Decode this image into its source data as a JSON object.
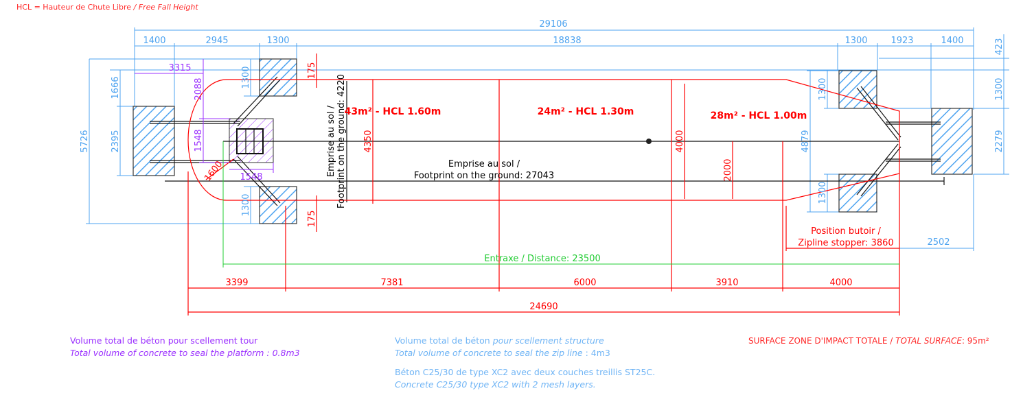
{
  "legend": {
    "hcl_fr": "HCL = Hauteur de Chute Libre",
    "hcl_en": "/ Free Fall Height"
  },
  "colors": {
    "blue": "#4da3f0",
    "red": "#ff0000",
    "purple": "#9b30ff",
    "green": "#22cc33"
  },
  "dims": {
    "total_width": "29106",
    "top_row": [
      "1400",
      "2945",
      "1300",
      "18838",
      "1300",
      "1923",
      "1400"
    ],
    "right_vertical": [
      "423",
      "1300",
      "2279"
    ],
    "left_vertical": [
      "5726",
      "1666",
      "2395"
    ],
    "block_heights": [
      "1300",
      "1300",
      "1300",
      "1300"
    ],
    "right_overall": "4879",
    "platform": {
      "offset": "3315",
      "upper": "2088",
      "square_v": "1548",
      "square_h": "1548",
      "radius": "1600"
    },
    "offsets_175": [
      "175",
      "175"
    ],
    "zone_width_1": "4350",
    "zone_width_2": "4000",
    "zone_half": "2000",
    "footprint_width_fr": "Emprise au sol /",
    "footprint_width_en": "Footprint on the ground: 4220",
    "footprint_len_fr": "Emprise au sol /",
    "footprint_len_en": "Footprint on the ground: 27043",
    "distance": "Entraxe / Distance: 23500",
    "stopper_fr": "Position butoir /",
    "stopper_en": "Zipline stopper: 3860",
    "stopper_end": "2502",
    "bottom_segments": [
      "3399",
      "7381",
      "6000",
      "3910",
      "4000"
    ],
    "bottom_total": "24690"
  },
  "zones": [
    "43m² - HCL 1.60m",
    "24m² - HCL 1.30m",
    "28m² - HCL 1.00m"
  ],
  "notes": {
    "platform_fr": "Volume total de béton pour scellement tour",
    "platform_en": "Total volume of concrete to seal the platform : 0.8m3",
    "structure_fr": "Volume total de béton",
    "structure_fr_i": "pour scellement structure",
    "structure_en": "Total volume of concrete to seal the zip line",
    "structure_en_val": ": 4m3",
    "concrete_fr": "Béton C25/30 de type XC2 avec deux couches treillis ST25C.",
    "concrete_en": "Concrete C25/30 type XC2 with 2 mesh layers.",
    "surface_fr": "SURFACE ZONE D'IMPACT TOTALE /",
    "surface_en": "TOTAL SURFACE",
    "surface_val": ": 95m²"
  }
}
